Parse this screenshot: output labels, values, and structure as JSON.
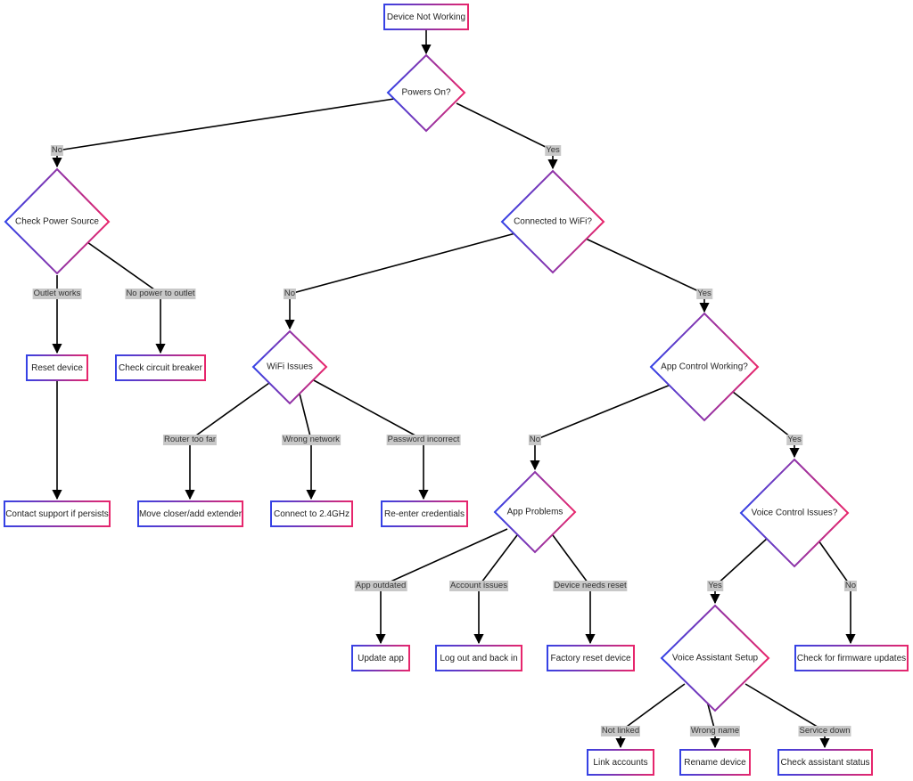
{
  "nodes": {
    "start": "Device Not Working",
    "powers_on": "Powers On?",
    "check_power": "Check Power Source",
    "wifi_q": "Connected to WiFi?",
    "reset_device": "Reset device",
    "check_breaker": "Check circuit breaker",
    "wifi_issues": "WiFi Issues",
    "app_control_q": "App Control Working?",
    "contact_support": "Contact support if persists",
    "move_closer": "Move closer/add extender",
    "connect_24": "Connect to 2.4GHz",
    "reenter_creds": "Re-enter credentials",
    "app_problems": "App Problems",
    "voice_control_q": "Voice Control Issues?",
    "update_app": "Update app",
    "logout_login": "Log out and back in",
    "factory_reset": "Factory reset device",
    "voice_setup": "Voice Assistant Setup",
    "firmware_updates": "Check for firmware updates",
    "link_accounts": "Link accounts",
    "rename_device": "Rename device",
    "check_assistant": "Check assistant status"
  },
  "edge_labels": {
    "power_no": "No",
    "power_yes": "Yes",
    "outlet_works": "Outlet works",
    "no_power_outlet": "No power to outlet",
    "wifi_no": "No",
    "wifi_yes": "Yes",
    "router_far": "Router too far",
    "wrong_network": "Wrong network",
    "password_incorrect": "Password incorrect",
    "app_no": "No",
    "app_yes": "Yes",
    "app_outdated": "App outdated",
    "account_issues": "Account issues",
    "device_needs_reset": "Device needs reset",
    "voice_yes": "Yes",
    "voice_no": "No",
    "not_linked": "Not linked",
    "wrong_name": "Wrong name",
    "service_down": "Service down"
  },
  "colors": {
    "border_start": "#3442e6",
    "border_end": "#e8256b",
    "edge": "#000000",
    "edge_label_bg": "#c8c8c8"
  }
}
